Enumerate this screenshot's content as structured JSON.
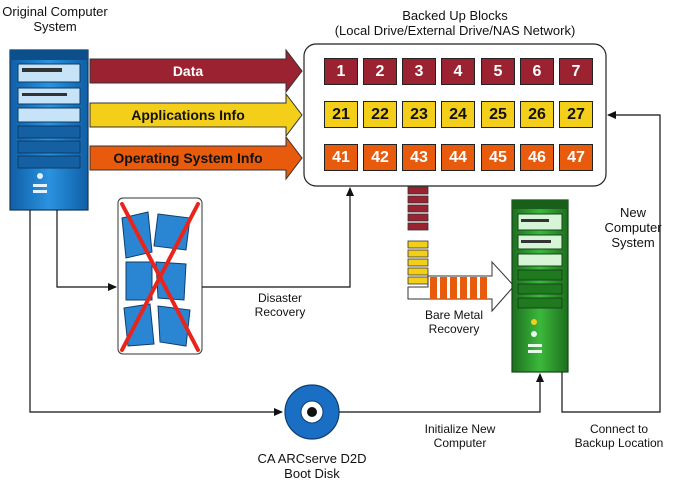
{
  "labels": {
    "original_system": [
      "Original Computer",
      "System"
    ],
    "backed_up": [
      "Backed Up Blocks",
      "(Local Drive/External Drive/NAS Network)"
    ],
    "new_system": [
      "New",
      "Computer",
      "System"
    ],
    "disaster_recovery": [
      "Disaster",
      "Recovery"
    ],
    "bare_metal": [
      "Bare Metal",
      "Recovery"
    ],
    "boot_disk": [
      "CA ARCserve D2D",
      "Boot Disk"
    ],
    "initialize": [
      "Initialize New",
      "Computer"
    ],
    "connect": [
      "Connect to",
      "Backup Location"
    ]
  },
  "arrows": {
    "data": "Data",
    "applications": "Applications Info",
    "operating_system": "Operating System Info"
  },
  "blocks": {
    "data_row": [
      "1",
      "2",
      "3",
      "4",
      "5",
      "6",
      "7"
    ],
    "app_row": [
      "21",
      "22",
      "23",
      "24",
      "25",
      "26",
      "27"
    ],
    "os_row": [
      "41",
      "42",
      "43",
      "44",
      "45",
      "46",
      "47"
    ]
  },
  "colors": {
    "data": "#9b2230",
    "applications": "#f4cf1a",
    "operating_system": "#e85a0c",
    "original_server": "#1a7ec8",
    "new_server": "#2c9a2c"
  }
}
